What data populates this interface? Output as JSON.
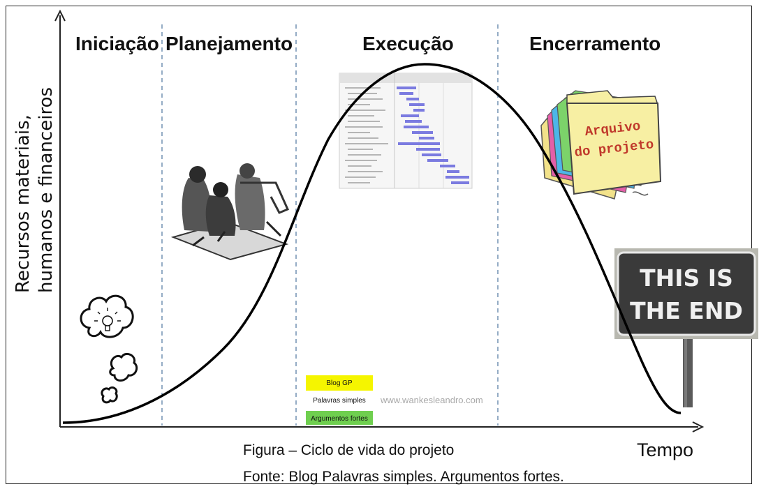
{
  "phases": {
    "iniciacao": "Iniciação",
    "planejamento": "Planejamento",
    "execucao": "Execução",
    "encerramento": "Encerramento"
  },
  "axes": {
    "y_line1": "Recursos materiais,",
    "y_line2": "humanos e financeiros",
    "x_label": "Tempo"
  },
  "caption": {
    "line1": "Figura – Ciclo de vida do projeto",
    "line2": "Fonte: Blog Palavras simples. Argumentos fortes."
  },
  "folder": {
    "line1": "Arquivo",
    "line2": "do projeto"
  },
  "sign": {
    "line1": "THIS IS",
    "line2": "THE END"
  },
  "watermark": {
    "tag1": "Blog GP",
    "tag2": "Palavras simples",
    "tag3": "Argumentos fortes",
    "site": "www.wankesleandro.com"
  },
  "colors": {
    "tag1_bg": "#f5f500",
    "tag3_bg": "#6fcf4f",
    "gantt_bar": "#7b7be0",
    "folder_front": "#f7efa3",
    "sign_bg": "#3a3a3a"
  }
}
